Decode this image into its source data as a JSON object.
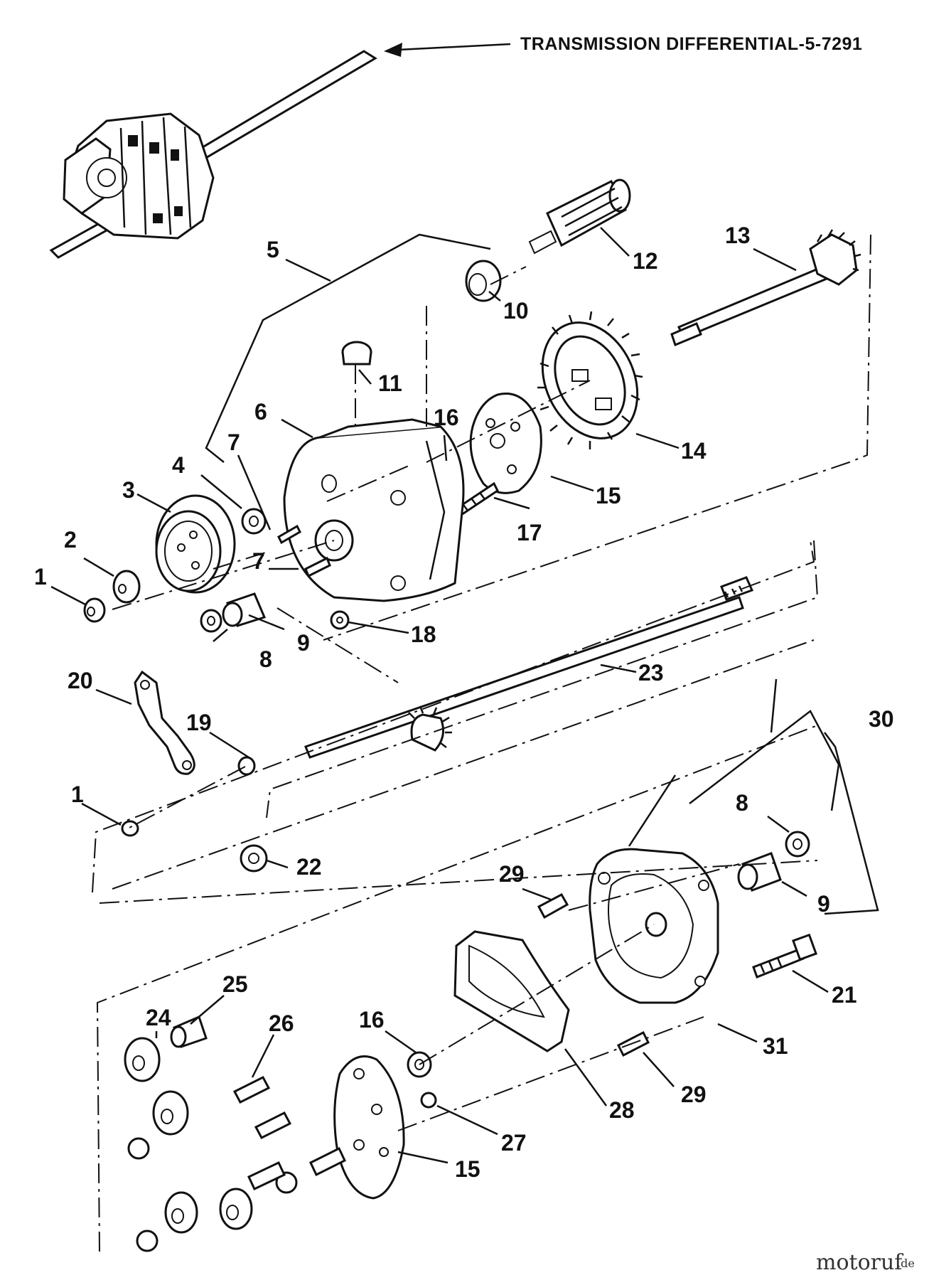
{
  "title": "TRANSMISSION DIFFERENTIAL-5-7291",
  "watermark": {
    "main": "motoruf",
    "suffix": ".de"
  },
  "labels": [
    {
      "id": "label-1-top",
      "text": "1"
    },
    {
      "id": "label-2",
      "text": "2"
    },
    {
      "id": "label-3",
      "text": "3"
    },
    {
      "id": "label-4",
      "text": "4"
    },
    {
      "id": "label-5",
      "text": "5"
    },
    {
      "id": "label-6",
      "text": "6"
    },
    {
      "id": "label-7-top",
      "text": "7"
    },
    {
      "id": "label-7-bottom",
      "text": "7"
    },
    {
      "id": "label-8-top",
      "text": "8"
    },
    {
      "id": "label-9-top",
      "text": "9"
    },
    {
      "id": "label-10",
      "text": "10"
    },
    {
      "id": "label-11",
      "text": "11"
    },
    {
      "id": "label-12",
      "text": "12"
    },
    {
      "id": "label-13",
      "text": "13"
    },
    {
      "id": "label-14",
      "text": "14"
    },
    {
      "id": "label-15-top",
      "text": "15"
    },
    {
      "id": "label-16-top",
      "text": "16"
    },
    {
      "id": "label-17",
      "text": "17"
    },
    {
      "id": "label-18",
      "text": "18"
    },
    {
      "id": "label-19",
      "text": "19"
    },
    {
      "id": "label-20",
      "text": "20"
    },
    {
      "id": "label-1-bottom",
      "text": "1"
    },
    {
      "id": "label-22",
      "text": "22"
    },
    {
      "id": "label-23",
      "text": "23"
    },
    {
      "id": "label-30",
      "text": "30"
    },
    {
      "id": "label-8-bottom",
      "text": "8"
    },
    {
      "id": "label-9-bottom",
      "text": "9"
    },
    {
      "id": "label-29-top",
      "text": "29"
    },
    {
      "id": "label-21",
      "text": "21"
    },
    {
      "id": "label-31",
      "text": "31"
    },
    {
      "id": "label-29-bottom",
      "text": "29"
    },
    {
      "id": "label-24",
      "text": "24"
    },
    {
      "id": "label-25",
      "text": "25"
    },
    {
      "id": "label-26",
      "text": "26"
    },
    {
      "id": "label-16-bottom",
      "text": "16"
    },
    {
      "id": "label-28",
      "text": "28"
    },
    {
      "id": "label-27",
      "text": "27"
    },
    {
      "id": "label-15-bottom",
      "text": "15"
    }
  ]
}
